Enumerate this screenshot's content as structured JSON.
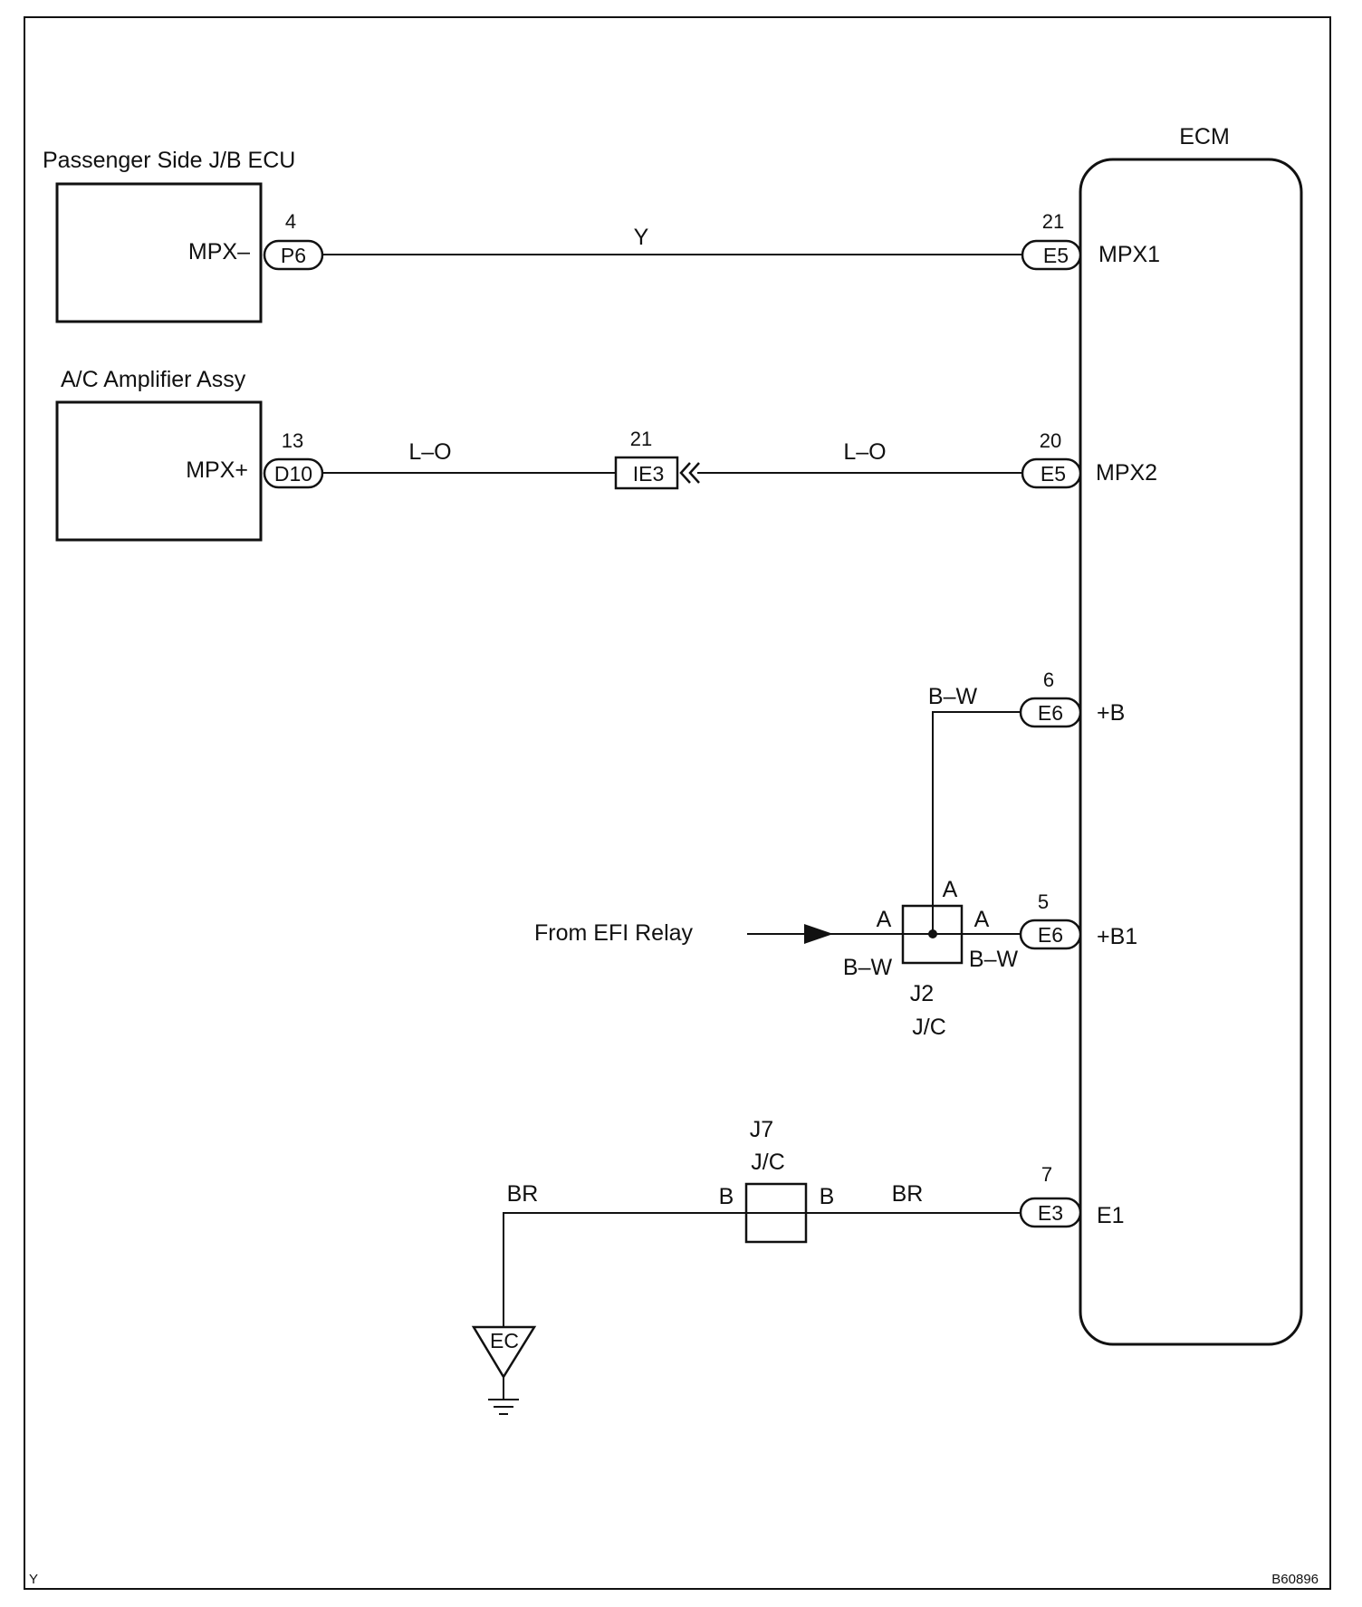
{
  "components": {
    "passenger_jb_ecu": {
      "title": "Passenger Side J/B ECU",
      "terminal": "MPX–"
    },
    "ac_amplifier": {
      "title": "A/C Amplifier Assy",
      "terminal": "MPX+"
    },
    "ecm": {
      "title": "ECM",
      "terminals": {
        "mpx1": "MPX1",
        "mpx2": "MPX2",
        "b": "+B",
        "b1": "+B1",
        "e1": "E1"
      }
    }
  },
  "connectors": {
    "p6": {
      "id": "P6",
      "pin": "4"
    },
    "d10": {
      "id": "D10",
      "pin": "13"
    },
    "ie3": {
      "id": "IE3",
      "pin": "21"
    },
    "e5_mpx1": {
      "id": "E5",
      "pin": "21"
    },
    "e5_mpx2": {
      "id": "E5",
      "pin": "20"
    },
    "e6_b": {
      "id": "E6",
      "pin": "6"
    },
    "e6_b1": {
      "id": "E6",
      "pin": "5"
    },
    "e3": {
      "id": "E3",
      "pin": "7"
    }
  },
  "wires": {
    "mpx_minus": "Y",
    "mpx_plus_left": "L–O",
    "mpx_plus_right": "L–O",
    "power_top": "B–W",
    "power_left": "B–W",
    "power_right": "B–W",
    "ground_left": "BR",
    "ground_right": "BR"
  },
  "junctions": {
    "j2": {
      "id": "J2",
      "type": "J/C",
      "pin_left": "A",
      "pin_top": "A",
      "pin_right": "A"
    },
    "j7": {
      "id": "J7",
      "type": "J/C",
      "pin_left": "B",
      "pin_right": "B"
    }
  },
  "source": {
    "label": "From EFI Relay"
  },
  "ground": {
    "label": "EC"
  },
  "footer": {
    "left_code": "Y",
    "figure_code": "B60896"
  }
}
